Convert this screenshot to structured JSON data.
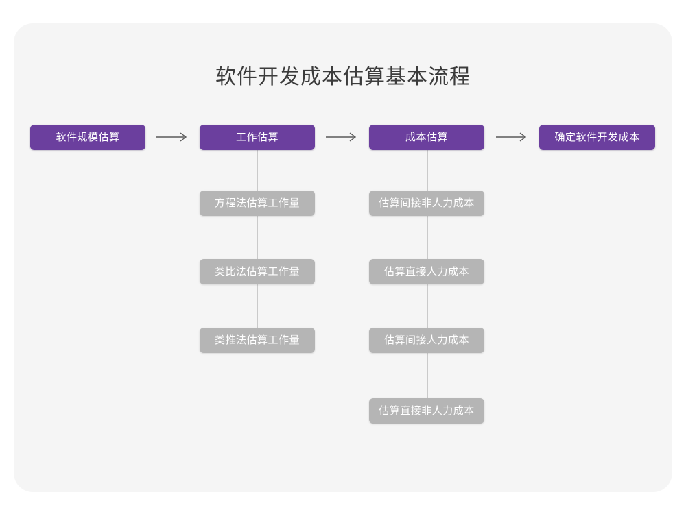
{
  "page": {
    "background": "#ffffff",
    "card_background": "#f5f5f5"
  },
  "diagram": {
    "title": "软件开发成本估算基本流程",
    "type": "flowchart",
    "colors": {
      "primary_node": "#6b3f9e",
      "secondary_node": "#b5b5b5",
      "node_text": "#ffffff",
      "title_text": "#3c3c3c",
      "connector": "#cacaca",
      "arrow": "#5a5a5a"
    },
    "main_flow": [
      {
        "id": "step-1",
        "label": "软件规模估算"
      },
      {
        "id": "step-2",
        "label": "工作估算"
      },
      {
        "id": "step-3",
        "label": "成本估算"
      },
      {
        "id": "step-4",
        "label": "确定软件开发成本"
      }
    ],
    "arrows": [
      {
        "id": "arrow-1",
        "glyph": "long-right-arrow"
      },
      {
        "id": "arrow-2",
        "glyph": "long-right-arrow"
      },
      {
        "id": "arrow-3",
        "glyph": "long-right-arrow"
      }
    ],
    "branches": [
      {
        "parent": "step-2",
        "items": [
          {
            "id": "effort-1",
            "label": "方程法估算工作量"
          },
          {
            "id": "effort-2",
            "label": "类比法估算工作量"
          },
          {
            "id": "effort-3",
            "label": "类推法估算工作量"
          }
        ]
      },
      {
        "parent": "step-3",
        "items": [
          {
            "id": "cost-1",
            "label": "估算间接非人力成本"
          },
          {
            "id": "cost-2",
            "label": "估算直接人力成本"
          },
          {
            "id": "cost-3",
            "label": "估算间接人力成本"
          },
          {
            "id": "cost-4",
            "label": "估算直接非人力成本"
          }
        ]
      }
    ]
  }
}
